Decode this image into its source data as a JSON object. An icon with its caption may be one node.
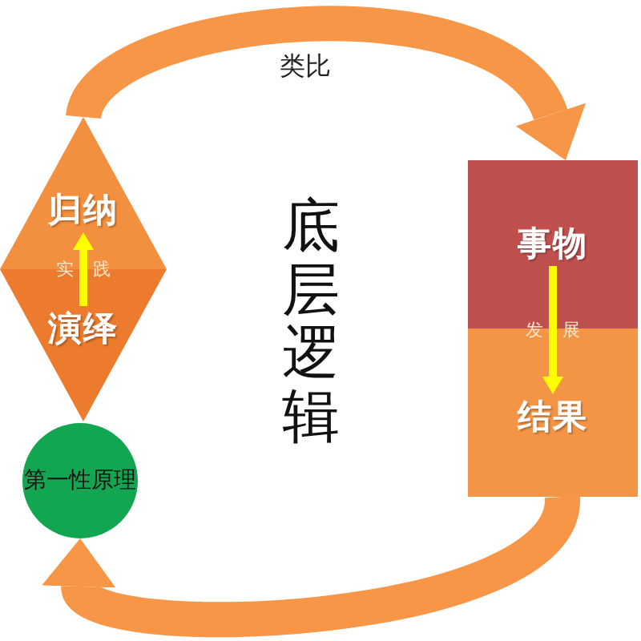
{
  "diagram": {
    "nodes": [
      {
        "text": [],
        "shape": "diamond"
      },
      {
        "text": [
          "归纳"
        ],
        "in": 0
      },
      {
        "text": [
          "演绎"
        ],
        "in": 0
      },
      {
        "text": [],
        "shape": "box"
      },
      {
        "text": [
          "事物"
        ],
        "in": 3
      },
      {
        "text": [
          "结果"
        ],
        "in": 3
      },
      {
        "text": [
          "第一性原理"
        ]
      }
    ],
    "edges": [
      {
        "from": 0,
        "to": 3,
        "arrow": "to",
        "label": "类比",
        "style": "thick",
        "color": "#f79646"
      },
      {
        "from": 2,
        "to": 1,
        "arrow": "to",
        "label": "实 践",
        "color": "#ffff00"
      },
      {
        "from": 4,
        "to": 5,
        "arrow": "to",
        "label": "发 展",
        "color": "#ffff00"
      },
      {
        "from": 3,
        "to": 6,
        "arrow": "to",
        "style": "thick",
        "color": "#f79646"
      }
    ],
    "labels": [
      "底层逻辑"
    ]
  }
}
